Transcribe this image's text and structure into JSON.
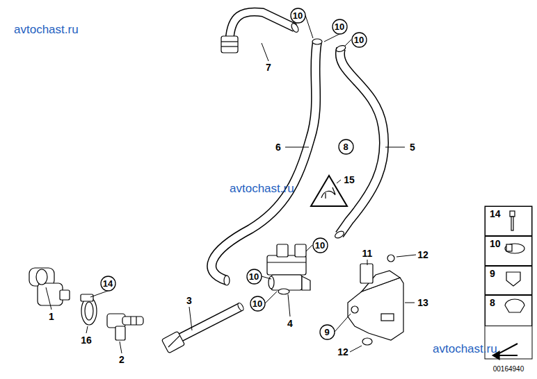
{
  "diagram": {
    "nodes": [
      {
        "text": [
          "10"
        ]
      },
      {
        "text": [
          "10"
        ]
      },
      {
        "text": [
          "10"
        ]
      },
      {
        "text": [
          "8"
        ]
      },
      {
        "text": [
          "10"
        ]
      },
      {
        "text": [
          "10"
        ]
      },
      {
        "text": [
          "10"
        ]
      },
      {
        "text": [
          "14"
        ]
      },
      {
        "text": [
          "9"
        ]
      },
      {
        "text": [
          "14"
        ]
      },
      {
        "text": [
          "10"
        ]
      },
      {
        "text": [
          "9"
        ]
      },
      {
        "text": [
          "8"
        ]
      }
    ],
    "labels": [
      "avtochast.ru",
      "7",
      "6",
      "5",
      "15",
      "avtochast.ru",
      "3",
      "4",
      "1",
      "16",
      "2",
      "11",
      "12",
      "13",
      "12",
      "avtochast.ru",
      "00164940"
    ]
  }
}
